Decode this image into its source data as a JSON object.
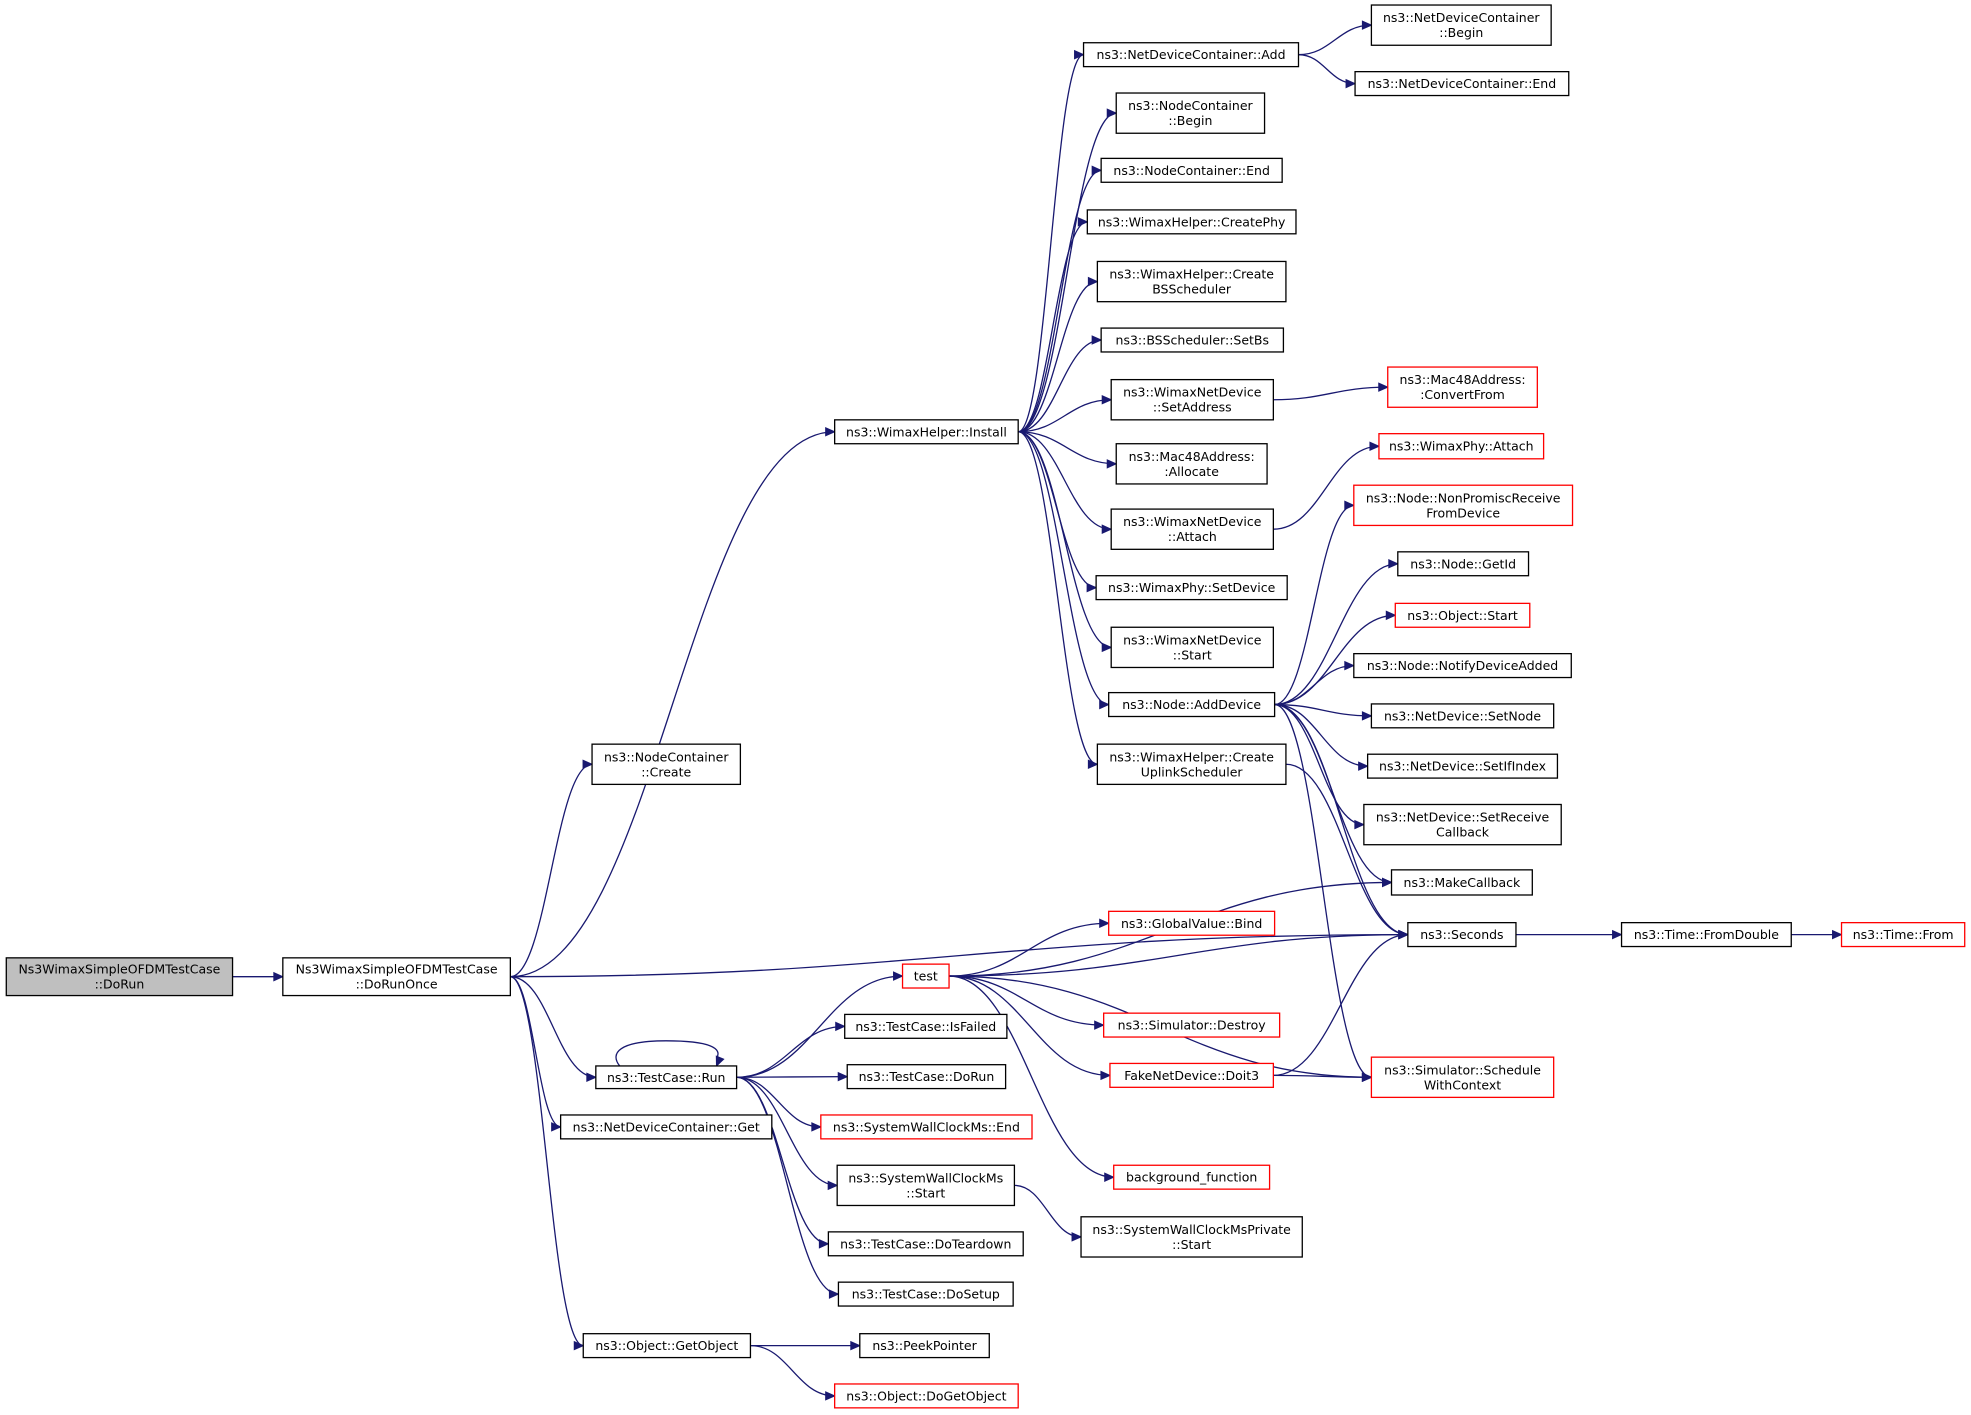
{
  "colors": {
    "edge": "#191970",
    "box_border": "#000000",
    "box_border_truncated": "#ff0000",
    "root_fill": "#bfbfbf",
    "box_fill": "#ffffff"
  },
  "nodes": [
    {
      "id": "dorun_root",
      "lines": [
        "Ns3WimaxSimpleOFDMTestCase",
        "::DoRun"
      ],
      "style": "root"
    },
    {
      "id": "dorunonce",
      "lines": [
        "Ns3WimaxSimpleOFDMTestCase",
        "::DoRunOnce"
      ],
      "style": "normal"
    },
    {
      "id": "nc_create",
      "lines": [
        "ns3::NodeContainer",
        "::Create"
      ],
      "style": "normal"
    },
    {
      "id": "wh_install",
      "lines": [
        "ns3::WimaxHelper::Install"
      ],
      "style": "normal"
    },
    {
      "id": "ndc_add",
      "lines": [
        "ns3::NetDeviceContainer::Add"
      ],
      "style": "normal"
    },
    {
      "id": "ndc_begin",
      "lines": [
        "ns3::NetDeviceContainer",
        "::Begin"
      ],
      "style": "normal"
    },
    {
      "id": "ndc_end",
      "lines": [
        "ns3::NetDeviceContainer::End"
      ],
      "style": "normal"
    },
    {
      "id": "nc_begin",
      "lines": [
        "ns3::NodeContainer",
        "::Begin"
      ],
      "style": "normal"
    },
    {
      "id": "nc_end",
      "lines": [
        "ns3::NodeContainer::End"
      ],
      "style": "normal"
    },
    {
      "id": "wh_createphy",
      "lines": [
        "ns3::WimaxHelper::CreatePhy"
      ],
      "style": "normal"
    },
    {
      "id": "wh_createbs",
      "lines": [
        "ns3::WimaxHelper::Create",
        "BSScheduler"
      ],
      "style": "normal"
    },
    {
      "id": "bss_setbs",
      "lines": [
        "ns3::BSScheduler::SetBs"
      ],
      "style": "normal"
    },
    {
      "id": "wnd_setaddress",
      "lines": [
        "ns3::WimaxNetDevice",
        "::SetAddress"
      ],
      "style": "normal"
    },
    {
      "id": "mac_convert",
      "lines": [
        "ns3::Mac48Address:",
        ":ConvertFrom"
      ],
      "style": "truncated"
    },
    {
      "id": "mac_allocate",
      "lines": [
        "ns3::Mac48Address:",
        ":Allocate"
      ],
      "style": "normal"
    },
    {
      "id": "wnd_attach",
      "lines": [
        "ns3::WimaxNetDevice",
        "::Attach"
      ],
      "style": "normal"
    },
    {
      "id": "wphy_attach",
      "lines": [
        "ns3::WimaxPhy::Attach"
      ],
      "style": "truncated"
    },
    {
      "id": "wphy_setdevice",
      "lines": [
        "ns3::WimaxPhy::SetDevice"
      ],
      "style": "normal"
    },
    {
      "id": "wnd_start",
      "lines": [
        "ns3::WimaxNetDevice",
        "::Start"
      ],
      "style": "normal"
    },
    {
      "id": "node_adddevice",
      "lines": [
        "ns3::Node::AddDevice"
      ],
      "style": "normal"
    },
    {
      "id": "wh_createuplink",
      "lines": [
        "ns3::WimaxHelper::Create",
        "UplinkScheduler"
      ],
      "style": "normal"
    },
    {
      "id": "node_nonpromisc",
      "lines": [
        "ns3::Node::NonPromiscReceive",
        "FromDevice"
      ],
      "style": "truncated"
    },
    {
      "id": "node_getid",
      "lines": [
        "ns3::Node::GetId"
      ],
      "style": "normal"
    },
    {
      "id": "obj_start",
      "lines": [
        "ns3::Object::Start"
      ],
      "style": "truncated"
    },
    {
      "id": "node_notify",
      "lines": [
        "ns3::Node::NotifyDeviceAdded"
      ],
      "style": "normal"
    },
    {
      "id": "nd_setnode",
      "lines": [
        "ns3::NetDevice::SetNode"
      ],
      "style": "normal"
    },
    {
      "id": "nd_setifindex",
      "lines": [
        "ns3::NetDevice::SetIfIndex"
      ],
      "style": "normal"
    },
    {
      "id": "nd_setreceive",
      "lines": [
        "ns3::NetDevice::SetReceive",
        "Callback"
      ],
      "style": "normal"
    },
    {
      "id": "makecallback",
      "lines": [
        "ns3::MakeCallback"
      ],
      "style": "normal"
    },
    {
      "id": "seconds",
      "lines": [
        "ns3::Seconds"
      ],
      "style": "normal"
    },
    {
      "id": "time_fromdouble",
      "lines": [
        "ns3::Time::FromDouble"
      ],
      "style": "normal"
    },
    {
      "id": "time_from",
      "lines": [
        "ns3::Time::From"
      ],
      "style": "truncated"
    },
    {
      "id": "sim_schedule",
      "lines": [
        "ns3::Simulator::Schedule",
        "WithContext"
      ],
      "style": "truncated"
    },
    {
      "id": "test",
      "lines": [
        "test"
      ],
      "style": "truncated"
    },
    {
      "id": "gv_bind",
      "lines": [
        "ns3::GlobalValue::Bind"
      ],
      "style": "truncated"
    },
    {
      "id": "sim_destroy",
      "lines": [
        "ns3::Simulator::Destroy"
      ],
      "style": "truncated"
    },
    {
      "id": "fake_doit3",
      "lines": [
        "FakeNetDevice::Doit3"
      ],
      "style": "truncated"
    },
    {
      "id": "bg_function",
      "lines": [
        "background_function"
      ],
      "style": "truncated"
    },
    {
      "id": "tc_run",
      "lines": [
        "ns3::TestCase::Run"
      ],
      "style": "normal"
    },
    {
      "id": "tc_isfailed",
      "lines": [
        "ns3::TestCase::IsFailed"
      ],
      "style": "normal"
    },
    {
      "id": "tc_dorun",
      "lines": [
        "ns3::TestCase::DoRun"
      ],
      "style": "normal"
    },
    {
      "id": "swc_end",
      "lines": [
        "ns3::SystemWallClockMs::End"
      ],
      "style": "truncated"
    },
    {
      "id": "swc_start",
      "lines": [
        "ns3::SystemWallClockMs",
        "::Start"
      ],
      "style": "normal"
    },
    {
      "id": "swcp_start",
      "lines": [
        "ns3::SystemWallClockMsPrivate",
        "::Start"
      ],
      "style": "normal"
    },
    {
      "id": "tc_doteardown",
      "lines": [
        "ns3::TestCase::DoTeardown"
      ],
      "style": "normal"
    },
    {
      "id": "tc_dosetup",
      "lines": [
        "ns3::TestCase::DoSetup"
      ],
      "style": "normal"
    },
    {
      "id": "ndc_get",
      "lines": [
        "ns3::NetDeviceContainer::Get"
      ],
      "style": "normal"
    },
    {
      "id": "obj_getobject",
      "lines": [
        "ns3::Object::GetObject"
      ],
      "style": "normal"
    },
    {
      "id": "peekpointer",
      "lines": [
        "ns3::PeekPointer"
      ],
      "style": "normal"
    },
    {
      "id": "obj_dogetobject",
      "lines": [
        "ns3::Object::DoGetObject"
      ],
      "style": "truncated"
    }
  ],
  "edges": [
    [
      "dorun_root",
      "dorunonce"
    ],
    [
      "dorunonce",
      "nc_create"
    ],
    [
      "dorunonce",
      "wh_install"
    ],
    [
      "dorunonce",
      "seconds"
    ],
    [
      "dorunonce",
      "tc_run"
    ],
    [
      "dorunonce",
      "ndc_get"
    ],
    [
      "dorunonce",
      "obj_getobject"
    ],
    [
      "wh_install",
      "ndc_add"
    ],
    [
      "wh_install",
      "nc_begin"
    ],
    [
      "wh_install",
      "nc_end"
    ],
    [
      "wh_install",
      "wh_createphy"
    ],
    [
      "wh_install",
      "wh_createbs"
    ],
    [
      "wh_install",
      "bss_setbs"
    ],
    [
      "wh_install",
      "wnd_setaddress"
    ],
    [
      "wh_install",
      "mac_allocate"
    ],
    [
      "wh_install",
      "wnd_attach"
    ],
    [
      "wh_install",
      "wphy_setdevice"
    ],
    [
      "wh_install",
      "wnd_start"
    ],
    [
      "wh_install",
      "node_adddevice"
    ],
    [
      "wh_install",
      "wh_createuplink"
    ],
    [
      "ndc_add",
      "ndc_begin"
    ],
    [
      "ndc_add",
      "ndc_end"
    ],
    [
      "wnd_setaddress",
      "mac_convert"
    ],
    [
      "wnd_attach",
      "wphy_attach"
    ],
    [
      "node_adddevice",
      "node_nonpromisc"
    ],
    [
      "node_adddevice",
      "node_getid"
    ],
    [
      "node_adddevice",
      "obj_start"
    ],
    [
      "node_adddevice",
      "node_notify"
    ],
    [
      "node_adddevice",
      "nd_setnode"
    ],
    [
      "node_adddevice",
      "nd_setifindex"
    ],
    [
      "node_adddevice",
      "nd_setreceive"
    ],
    [
      "node_adddevice",
      "makecallback"
    ],
    [
      "node_adddevice",
      "seconds"
    ],
    [
      "node_adddevice",
      "sim_schedule"
    ],
    [
      "wh_createuplink",
      "seconds"
    ],
    [
      "seconds",
      "time_fromdouble"
    ],
    [
      "time_fromdouble",
      "time_from"
    ],
    [
      "test",
      "makecallback"
    ],
    [
      "test",
      "seconds"
    ],
    [
      "test",
      "gv_bind"
    ],
    [
      "test",
      "sim_destroy"
    ],
    [
      "test",
      "fake_doit3"
    ],
    [
      "test",
      "sim_schedule"
    ],
    [
      "test",
      "bg_function"
    ],
    [
      "fake_doit3",
      "seconds"
    ],
    [
      "fake_doit3",
      "sim_schedule"
    ],
    [
      "tc_run",
      "tc_run"
    ],
    [
      "tc_run",
      "test"
    ],
    [
      "tc_run",
      "tc_isfailed"
    ],
    [
      "tc_run",
      "tc_dorun"
    ],
    [
      "tc_run",
      "swc_end"
    ],
    [
      "tc_run",
      "swc_start"
    ],
    [
      "tc_run",
      "tc_doteardown"
    ],
    [
      "tc_run",
      "tc_dosetup"
    ],
    [
      "swc_start",
      "swcp_start"
    ],
    [
      "obj_getobject",
      "peekpointer"
    ],
    [
      "obj_getobject",
      "obj_dogetobject"
    ]
  ]
}
